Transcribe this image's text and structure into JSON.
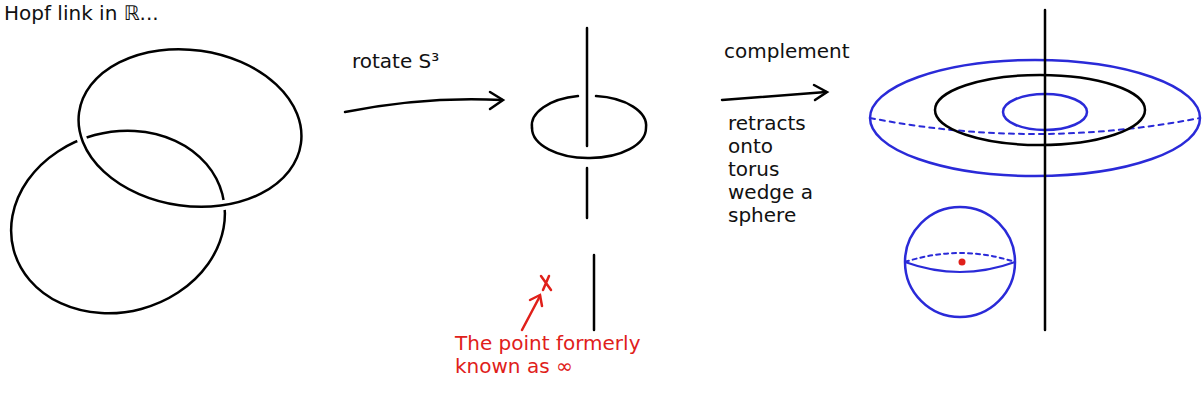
{
  "diagram": {
    "labels": [
      "Hopf link in ℝ...",
      "rotate S³",
      "complement",
      "retracts onto torus wedge a sphere",
      "The point formerly known as ∞"
    ]
  }
}
